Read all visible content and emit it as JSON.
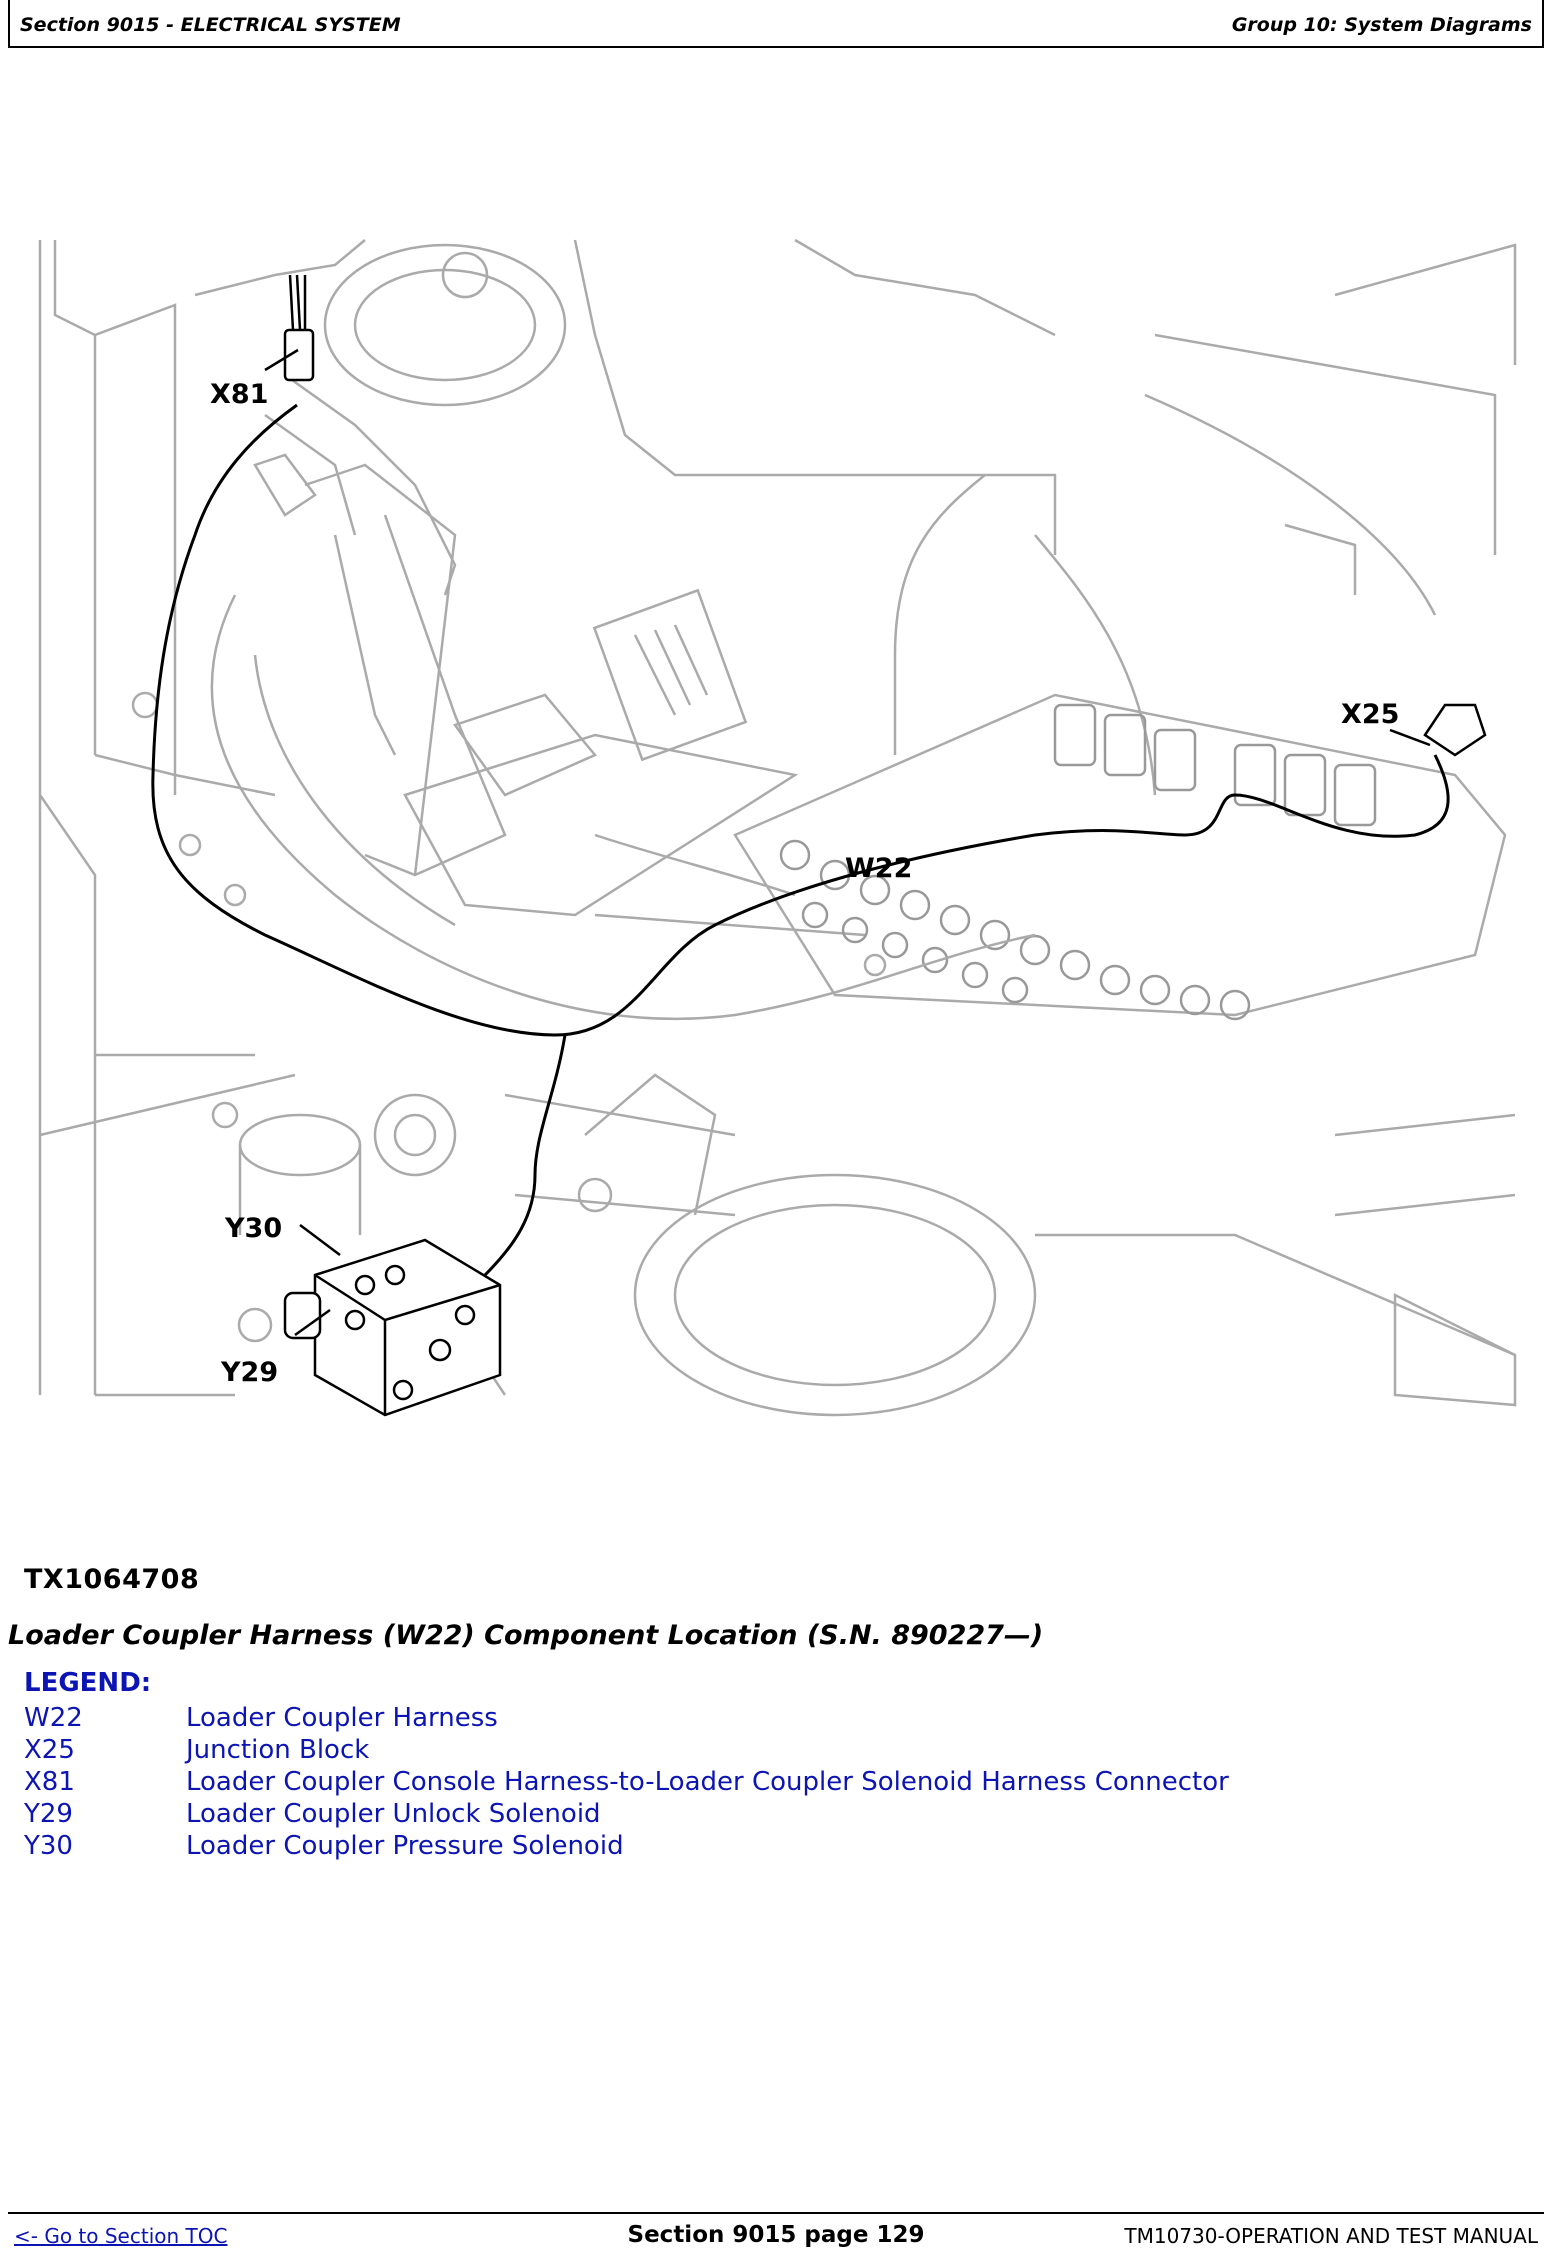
{
  "header": {
    "section": "Section 9015 - ELECTRICAL SYSTEM",
    "group": "Group 10: System Diagrams"
  },
  "figure": {
    "callouts": [
      "X81",
      "X25",
      "W22",
      "Y30",
      "Y29"
    ],
    "id": "TX1064708"
  },
  "caption": "Loader Coupler Harness (W22) Component Location (S.N. 890227—)",
  "legend": {
    "title": "LEGEND:",
    "items": [
      {
        "code": "W22",
        "desc": "Loader Coupler Harness"
      },
      {
        "code": "X25",
        "desc": "Junction Block"
      },
      {
        "code": "X81",
        "desc": "Loader Coupler Console Harness-to-Loader Coupler Solenoid Harness Connector"
      },
      {
        "code": "Y29",
        "desc": "Loader Coupler Unlock Solenoid"
      },
      {
        "code": "Y30",
        "desc": "Loader Coupler Pressure Solenoid"
      }
    ]
  },
  "footer": {
    "toc_link": "<- Go to Section TOC",
    "page": "Section 9015 page 129",
    "manual": "TM10730-OPERATION AND TEST MANUAL"
  }
}
